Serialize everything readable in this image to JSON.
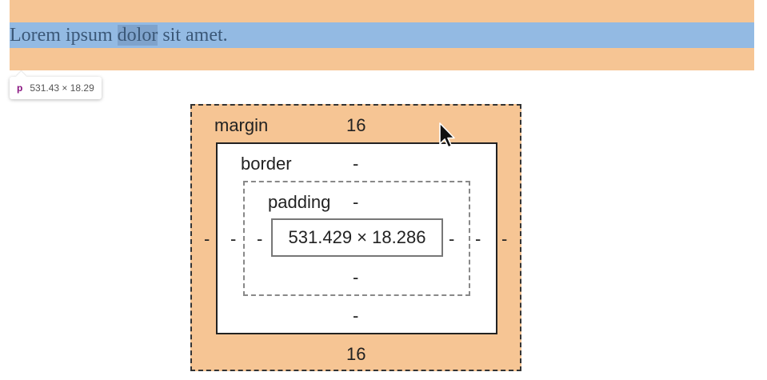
{
  "paragraph": {
    "before": "Lorem ipsum ",
    "selected": "dolor",
    "after": " sit amet."
  },
  "tooltip": {
    "tag": "p",
    "size": "531.43 × 18.29"
  },
  "box_model": {
    "margin": {
      "label": "margin",
      "top": "16",
      "bottom": "16",
      "left": "-",
      "right": "-"
    },
    "border": {
      "label": "border",
      "top": "-",
      "bottom": "-",
      "left": "-",
      "right": "-"
    },
    "padding": {
      "label": "padding",
      "top": "-",
      "bottom": "-",
      "left": "-",
      "right": "-"
    },
    "content": {
      "size": "531.429 × 18.286"
    }
  },
  "colors": {
    "margin": "#f6c594",
    "content": "#93bae3",
    "tag": "#881280"
  }
}
